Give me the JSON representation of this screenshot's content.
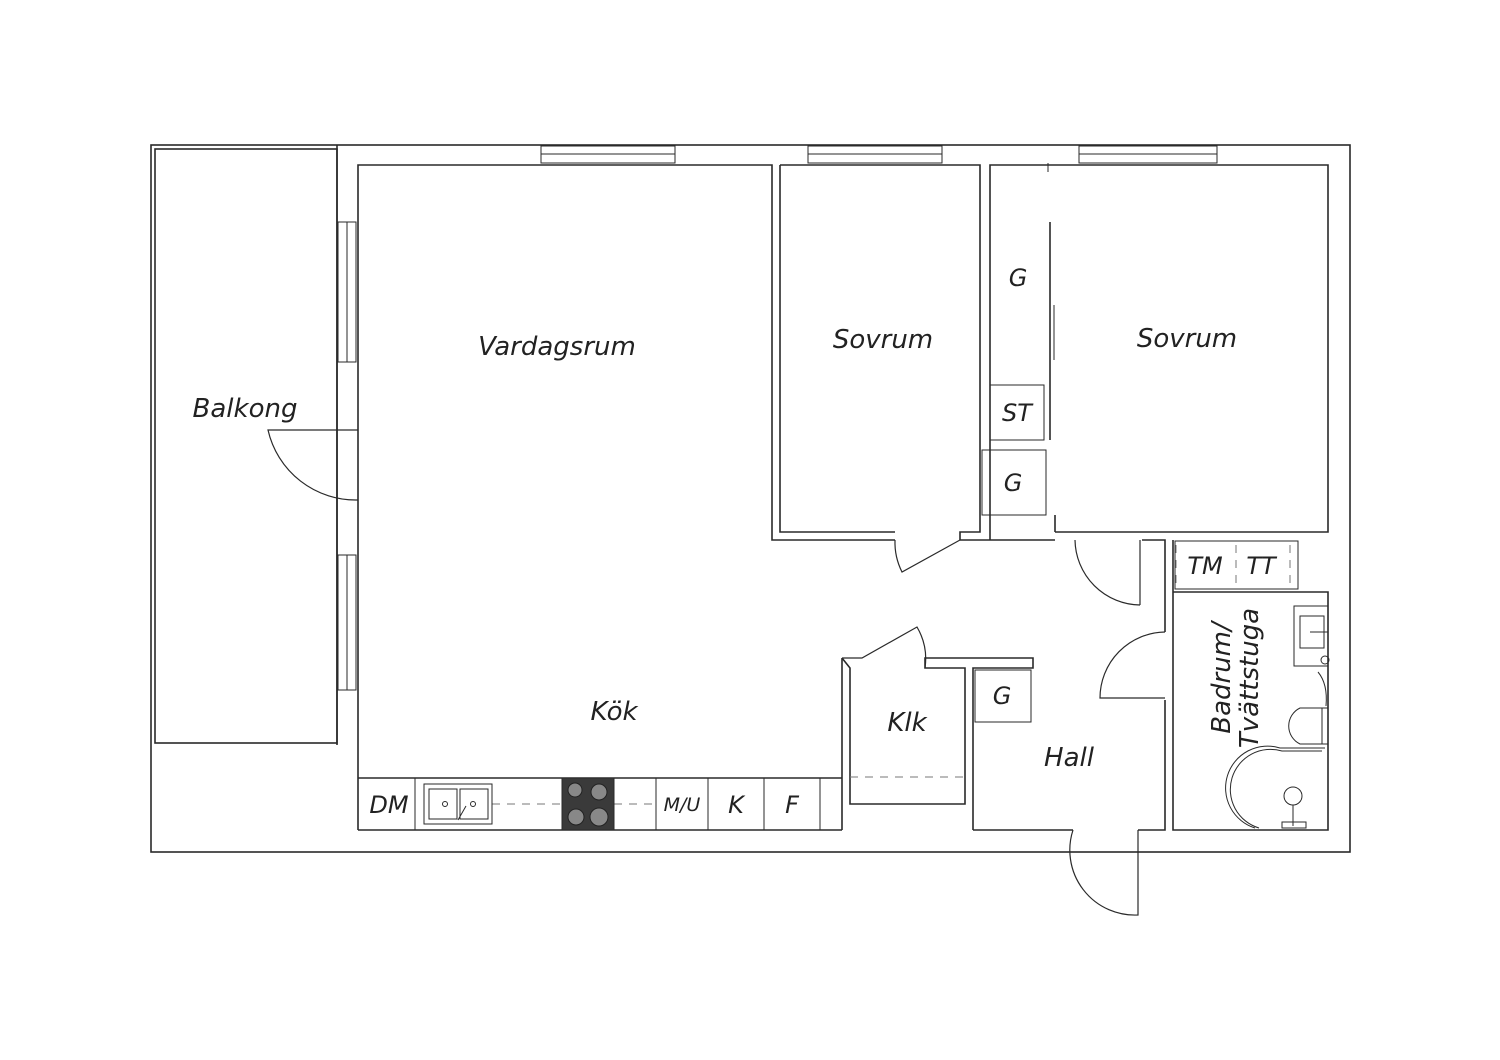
{
  "rooms": {
    "balkong": "Balkong",
    "vardagsrum": "Vardagsrum",
    "sovrum_1": "Sovrum",
    "sovrum_2": "Sovrum",
    "kok": "Kök",
    "klk": "Klk",
    "hall": "Hall",
    "badrum_line1": "Badrum/",
    "badrum_line2": "Tvättstuga"
  },
  "fixtures": {
    "dm": "DM",
    "mu": "M/U",
    "k": "K",
    "f": "F",
    "garderob_1": "G",
    "garderob_2": "G",
    "garderob_3": "G",
    "st": "ST",
    "tm": "TM",
    "tt": "TT"
  },
  "icons": {
    "sink": "double-sink-icon",
    "stove": "stove-icon",
    "basin": "washbasin-icon",
    "toilet": "toilet-icon",
    "shower": "shower-icon"
  }
}
